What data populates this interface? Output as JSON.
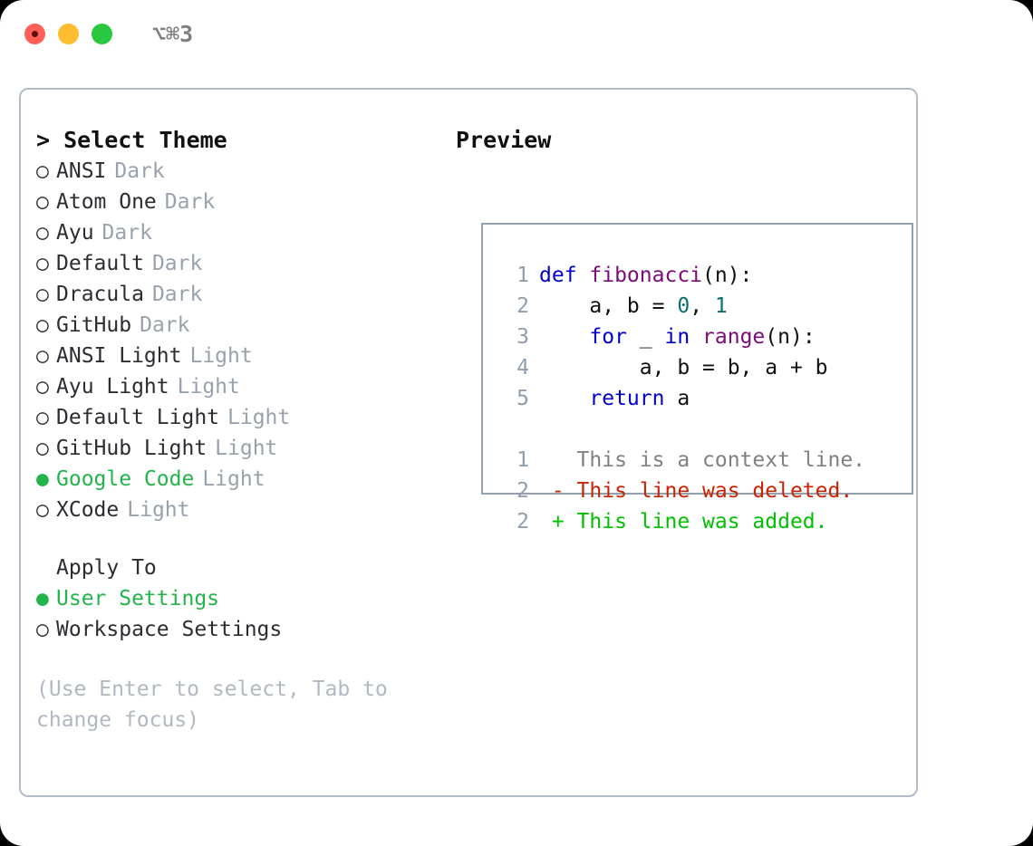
{
  "window": {
    "shortcut": "⌥⌘3",
    "traffic_lights": [
      {
        "name": "close",
        "color": "#ff5f57"
      },
      {
        "name": "minimize",
        "color": "#febc2e"
      },
      {
        "name": "zoom",
        "color": "#28c840"
      }
    ]
  },
  "accent": {
    "selected_green": "#22b44a",
    "muted_gray": "#98a2ae",
    "border": "#93a1af",
    "panel_border": "#b2bcc8"
  },
  "theme_picker": {
    "header": "> Select Theme",
    "bullet_on": "●",
    "bullet_off": "○",
    "items": [
      {
        "name": "ANSI",
        "kind": "Dark",
        "selected": false
      },
      {
        "name": "Atom One",
        "kind": "Dark",
        "selected": false
      },
      {
        "name": "Ayu",
        "kind": "Dark",
        "selected": false
      },
      {
        "name": "Default",
        "kind": "Dark",
        "selected": false
      },
      {
        "name": "Dracula",
        "kind": "Dark",
        "selected": false
      },
      {
        "name": "GitHub",
        "kind": "Dark",
        "selected": false
      },
      {
        "name": "ANSI Light",
        "kind": "Light",
        "selected": false
      },
      {
        "name": "Ayu Light",
        "kind": "Light",
        "selected": false
      },
      {
        "name": "Default Light",
        "kind": "Light",
        "selected": false
      },
      {
        "name": "GitHub Light",
        "kind": "Light",
        "selected": false
      },
      {
        "name": "Google Code",
        "kind": "Light",
        "selected": true
      },
      {
        "name": "XCode",
        "kind": "Light",
        "selected": false
      }
    ]
  },
  "apply_to": {
    "header": "Apply To",
    "items": [
      {
        "name": "User Settings",
        "selected": true
      },
      {
        "name": "Workspace Settings",
        "selected": false
      }
    ]
  },
  "hint": "(Use Enter to select, Tab to change focus)",
  "preview": {
    "header": "Preview",
    "code_lines": [
      {
        "number": "1",
        "tokens": [
          {
            "text": "def ",
            "style": "kw"
          },
          {
            "text": "fibonacci",
            "style": "fn"
          },
          {
            "text": "(n):",
            "style": "pln"
          }
        ]
      },
      {
        "number": "2",
        "tokens": [
          {
            "text": "    a, b = ",
            "style": "pln"
          },
          {
            "text": "0",
            "style": "num"
          },
          {
            "text": ", ",
            "style": "pln"
          },
          {
            "text": "1",
            "style": "num"
          }
        ]
      },
      {
        "number": "3",
        "tokens": [
          {
            "text": "    for ",
            "style": "kw"
          },
          {
            "text": "_ ",
            "style": "pln"
          },
          {
            "text": "in ",
            "style": "kw"
          },
          {
            "text": "range",
            "style": "fn"
          },
          {
            "text": "(n):",
            "style": "pln"
          }
        ]
      },
      {
        "number": "4",
        "tokens": [
          {
            "text": "        a, b = b, a + b",
            "style": "pln"
          }
        ]
      },
      {
        "number": "5",
        "tokens": [
          {
            "text": "    return ",
            "style": "kw"
          },
          {
            "text": "a",
            "style": "pln"
          }
        ]
      }
    ],
    "diff_lines": [
      {
        "number": "1",
        "tokens": [
          {
            "text": "   This is a context line.",
            "style": "ctx"
          }
        ]
      },
      {
        "number": "2",
        "tokens": [
          {
            "text": " - This line was deleted.",
            "style": "del"
          }
        ]
      },
      {
        "number": "2",
        "tokens": [
          {
            "text": " + This line was added.",
            "style": "add"
          }
        ]
      }
    ]
  }
}
